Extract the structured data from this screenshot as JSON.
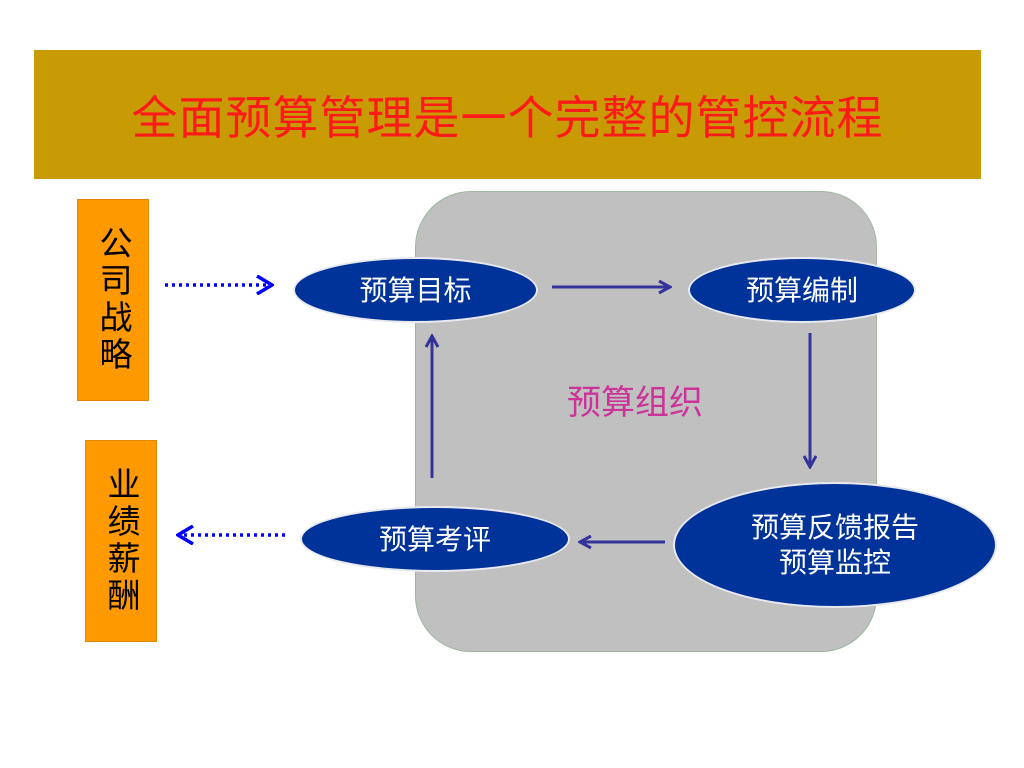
{
  "slide": {
    "title": "全面预算管理是一个完整的管控流程",
    "left_boxes": {
      "strategy": "公司战略",
      "reward": "业绩薪酬"
    },
    "center_label": "预算组织",
    "nodes": {
      "target": "预算目标",
      "preparation": "预算编制",
      "feedback_line1": "预算反馈报告",
      "feedback_line2": "预算监控",
      "evaluation": "预算考评"
    },
    "colors": {
      "title_bar": "#c89a03",
      "title_text": "#ff1a1a",
      "side_box": "#ff9900",
      "panel": "#c0c0c0",
      "node_fill": "#003399",
      "center_label": "#cc3399",
      "flow_arrow": "#333399",
      "dotted_arrow": "#0000ff"
    }
  }
}
